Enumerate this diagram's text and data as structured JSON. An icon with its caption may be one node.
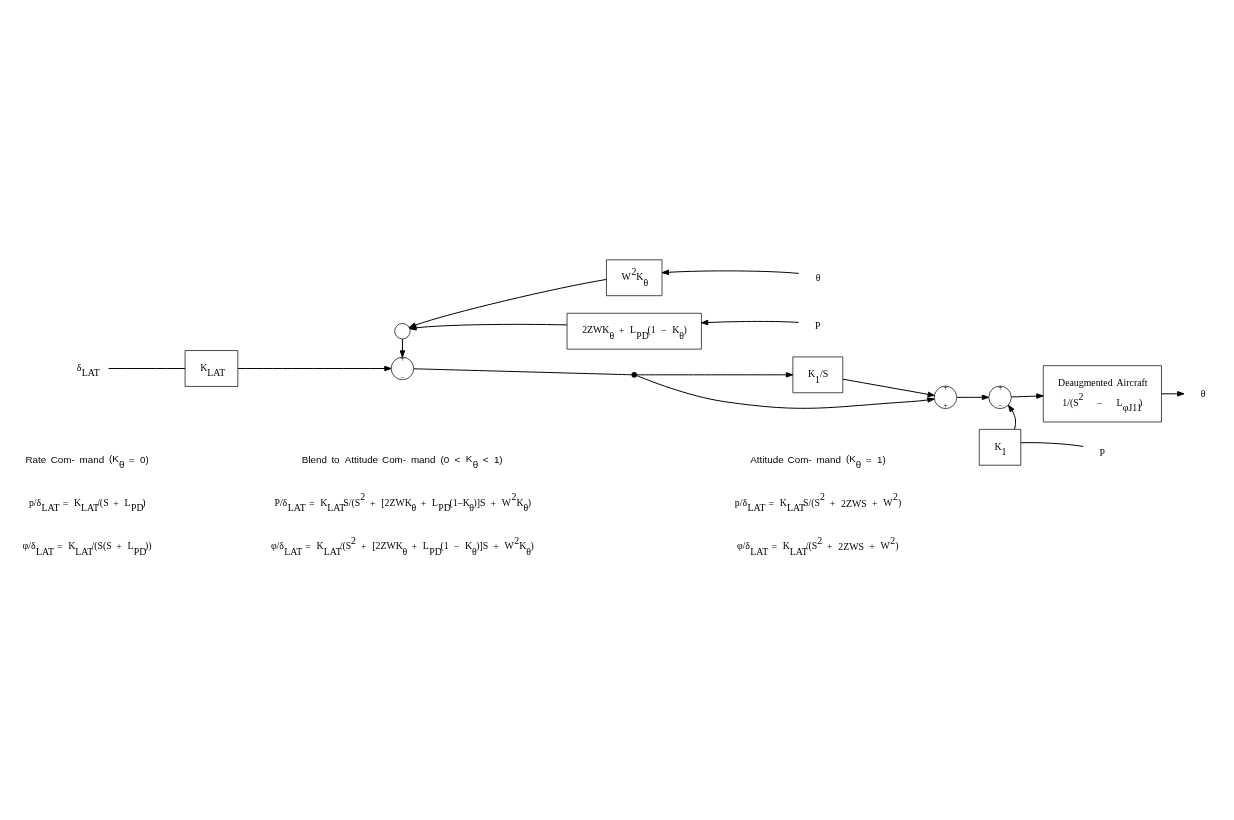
{
  "diagram": {
    "nodes": [
      {
        "text": [
          "δ$_{LAT}$"
        ]
      },
      {
        "text": [
          "K$_{LAT}$"
        ]
      },
      {
        "text": [
          "+",
          "−"
        ]
      },
      {
        "text": [],
        "shape": "circle"
      },
      {
        "text": [
          "K$_{1}$/S"
        ]
      },
      {
        "text": [
          "+",
          "+"
        ]
      },
      {
        "text": [
          "+",
          "−"
        ]
      },
      {
        "text": [
          "Deaugmented Aircraft",
          "1/(S$^{2}$ − L$_{φJ11}$)"
        ]
      },
      {
        "text": [
          "θ"
        ]
      },
      {
        "text": [
          "K$_{1}$"
        ]
      },
      {
        "text": [
          "P"
        ]
      },
      {
        "text": [],
        "shape": "circle"
      },
      {
        "text": [
          "2ZWK$_{θ}$ + L$_{PD}$(1 − K$_{θ}$)"
        ]
      },
      {
        "text": [
          "P"
        ]
      },
      {
        "text": [
          "W$^{2}$K$_{θ}$"
        ]
      },
      {
        "text": [
          "θ"
        ]
      }
    ],
    "edges": [
      {
        "from": 0,
        "to": 1,
        "arrow": "none"
      },
      {
        "from": 1,
        "to": 2,
        "arrow": "to"
      },
      {
        "from": 2,
        "to": 3,
        "arrow": "none"
      },
      {
        "from": 3,
        "to": 4,
        "arrow": "to"
      },
      {
        "from": 3,
        "to": 5,
        "arrow": "to"
      },
      {
        "from": 4,
        "to": 5,
        "arrow": "to"
      },
      {
        "from": 5,
        "to": 6,
        "arrow": "to"
      },
      {
        "from": 6,
        "to": 7,
        "arrow": "to"
      },
      {
        "from": 7,
        "to": 8,
        "arrow": "to"
      },
      {
        "from": 9,
        "to": 6,
        "arrow": "to"
      },
      {
        "from": 10,
        "to": 9,
        "arrow": "none"
      },
      {
        "from": 11,
        "to": 2,
        "arrow": "to"
      },
      {
        "from": 12,
        "to": 11,
        "arrow": "to"
      },
      {
        "from": 13,
        "to": 12,
        "arrow": "to"
      },
      {
        "from": 15,
        "to": 14,
        "arrow": "to"
      },
      {
        "from": 14,
        "to": 11,
        "arrow": "to"
      }
    ],
    "labels": [
      "Rate Com- mand (K$_{θ}$ = 0)",
      "Blend to Attitude Com- mand (0 < K$_{θ}$ < 1)",
      "Attitude Com- mand (K$_{θ}$ = 1)",
      "p/δ$_{LAT}$ = K$_{LAT}$/(S + L$_{PD}$)",
      "P/δ$_{LAT}$ = K$_{LAT}$S/(S$^{2}$ + [2ZWK$_{θ}$ + L$_{PD}$(1–K$_{θ}$)]S + W$^{2}$K$_{θ}$)",
      "p/δ$_{LAT}$ = K$_{LAT}$S/(S$^{2}$ + 2ZWS + W$^{2}$)",
      "φ/δ$_{LAT}$ = K$_{LAT}$/(S(S + L$_{PD}$))",
      "φ/δ$_{LAT}$ = K$_{LAT}$/(S$^{2}$ + [2ZWK$_{θ}$ + L$_{PD}$(1 − K$_{θ}$)]S + W$^{2}$K$_{θ}$)",
      "φ/δ$_{LAT}$ = K$_{LAT}$/(S$^{2}$ + 2ZWS + W$^{2}$)"
    ]
  }
}
